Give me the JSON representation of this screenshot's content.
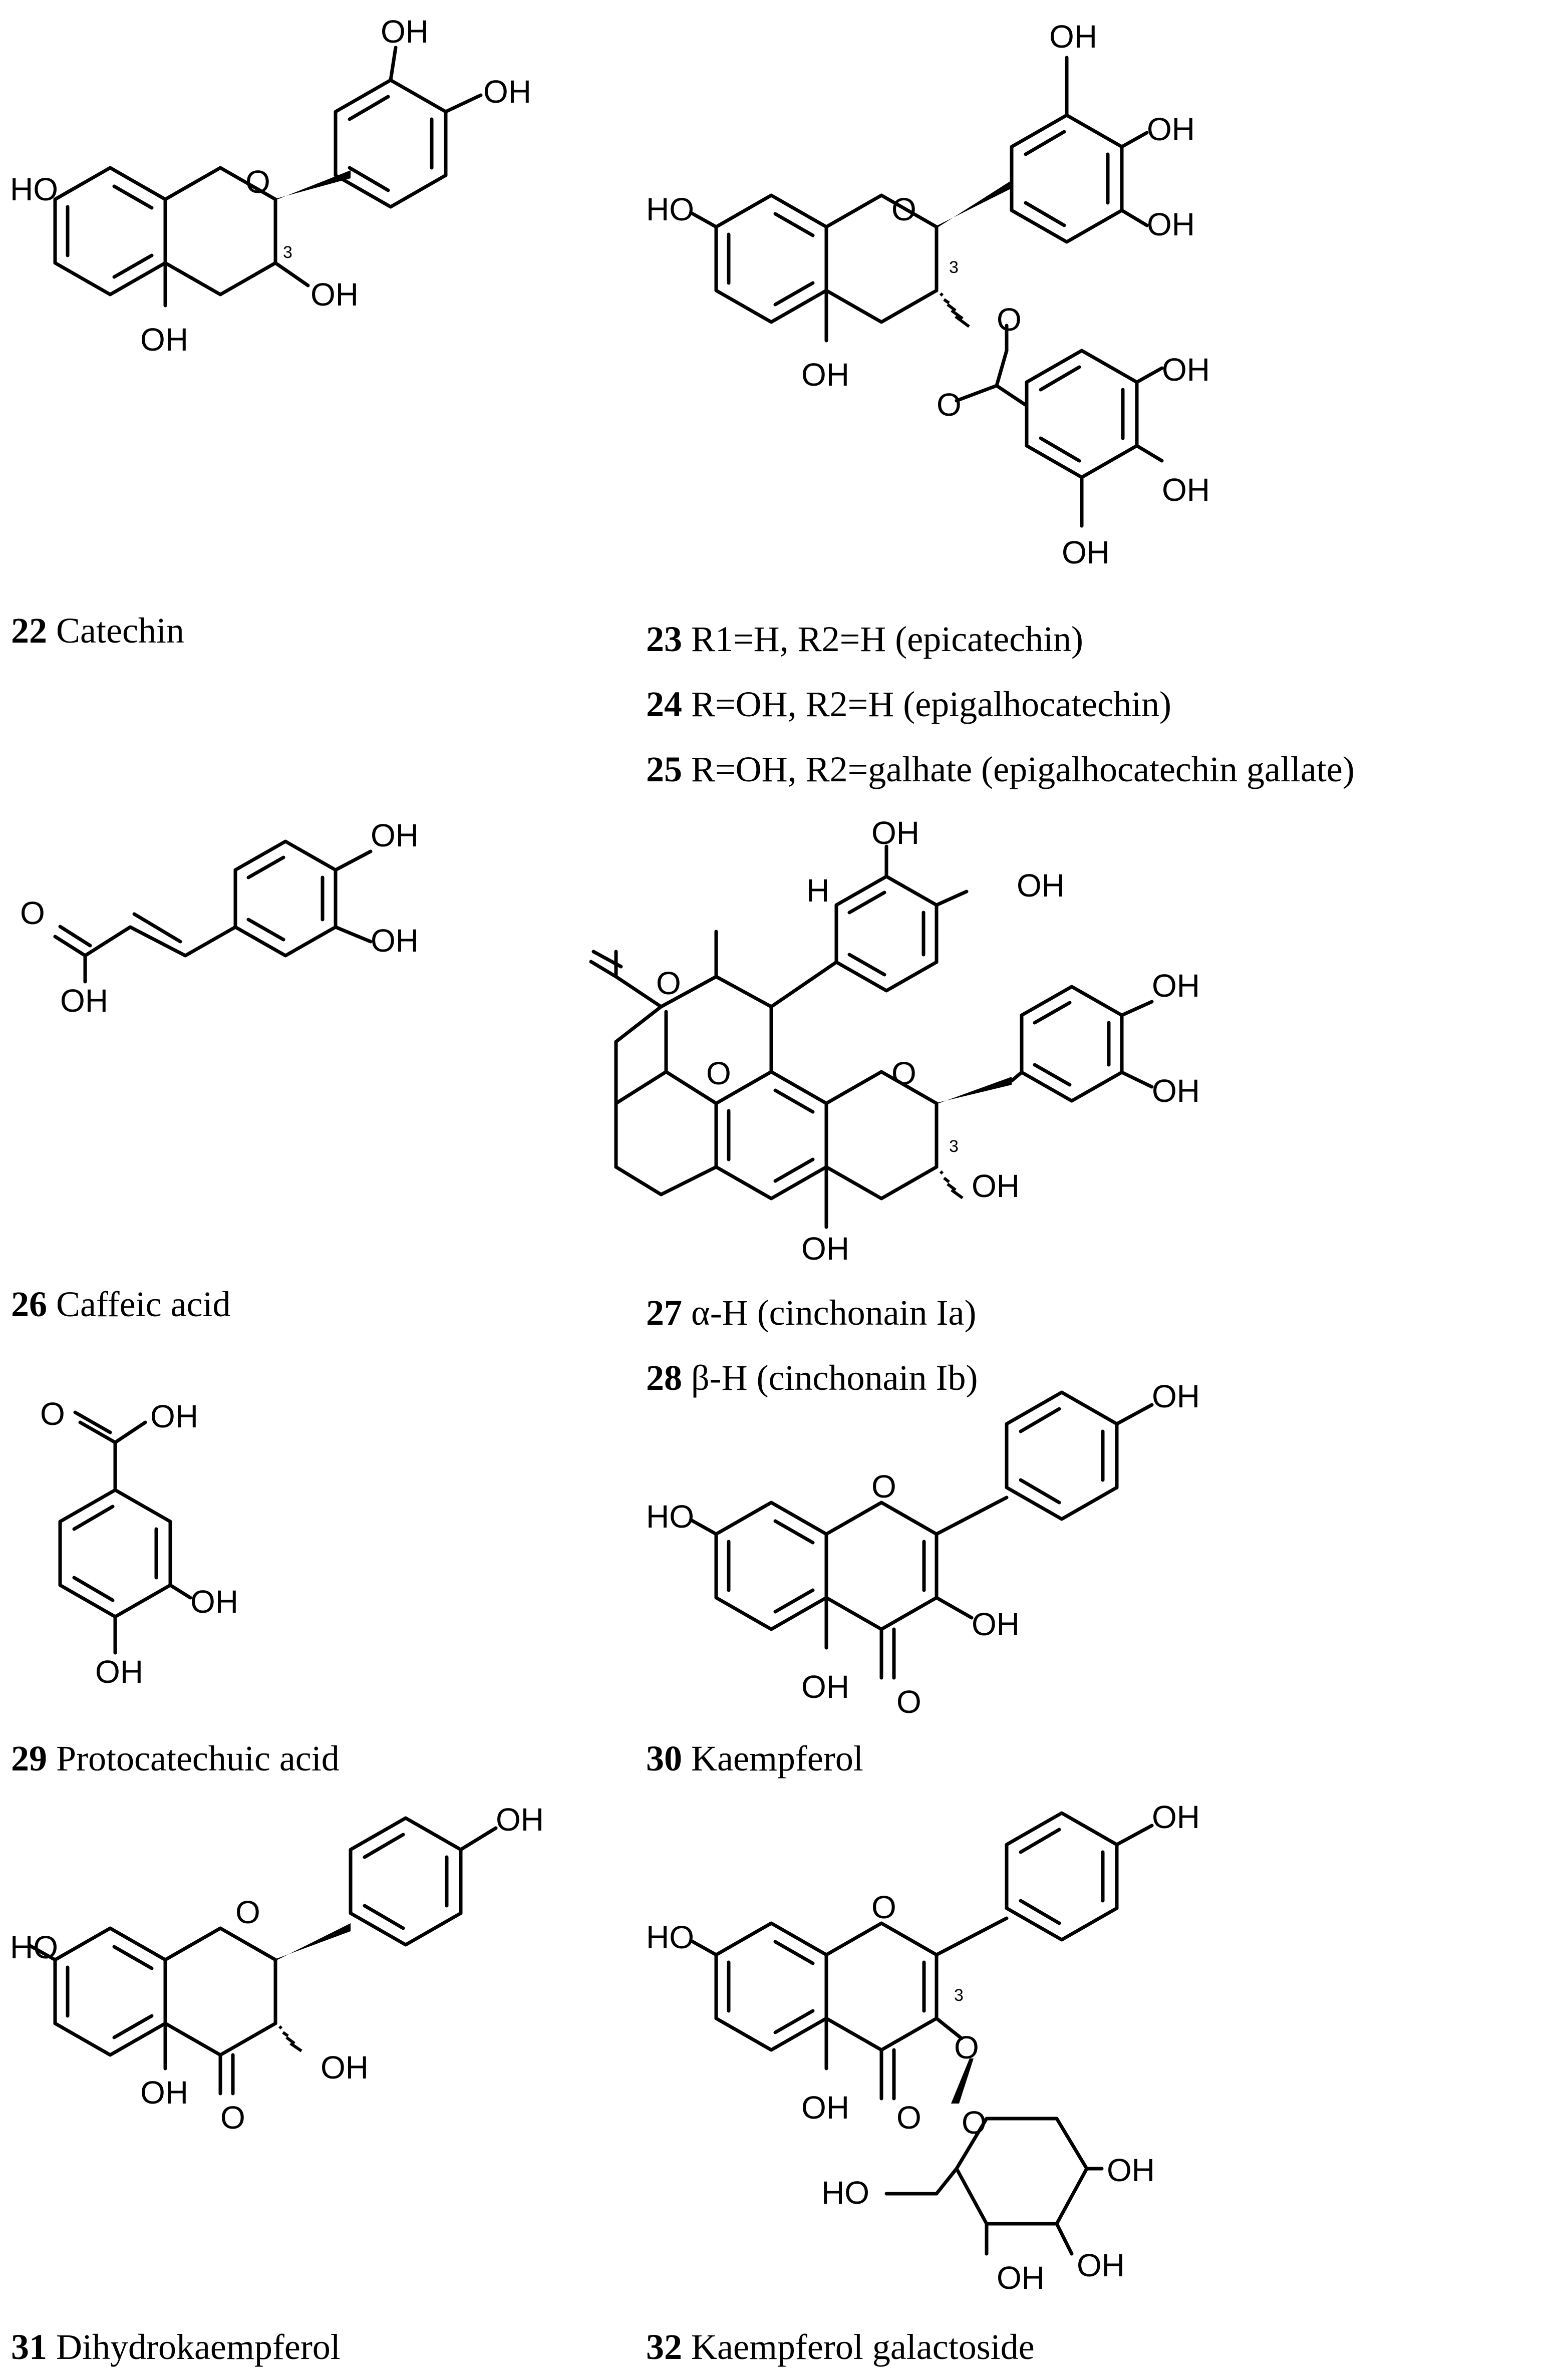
{
  "compounds": [
    {
      "number": "22",
      "name": "Catechin"
    },
    {
      "number": "23",
      "name": "R1=H, R2=H (epicatechin)"
    },
    {
      "number": "24",
      "name": "R=OH, R2=H (epigalhocatechin)"
    },
    {
      "number": "25",
      "name": "R=OH, R2=galhate (epigalhocatechin gallate)"
    },
    {
      "number": "26",
      "name": "Caffeic acid"
    },
    {
      "number": "27",
      "name": "α-H (cinchonain Ia)"
    },
    {
      "number": "28",
      "name": "β-H (cinchonain Ib)"
    },
    {
      "number": "29",
      "name": "Protocatechuic acid"
    },
    {
      "number": "30",
      "name": "Kaempferol"
    },
    {
      "number": "31",
      "name": "Dihydrokaempferol"
    },
    {
      "number": "32",
      "name": "Kaempferol galactoside"
    }
  ],
  "atom_labels": {
    "oh": "OH",
    "ho": "HO",
    "o": "O",
    "h": "H",
    "locant_3": "3"
  }
}
